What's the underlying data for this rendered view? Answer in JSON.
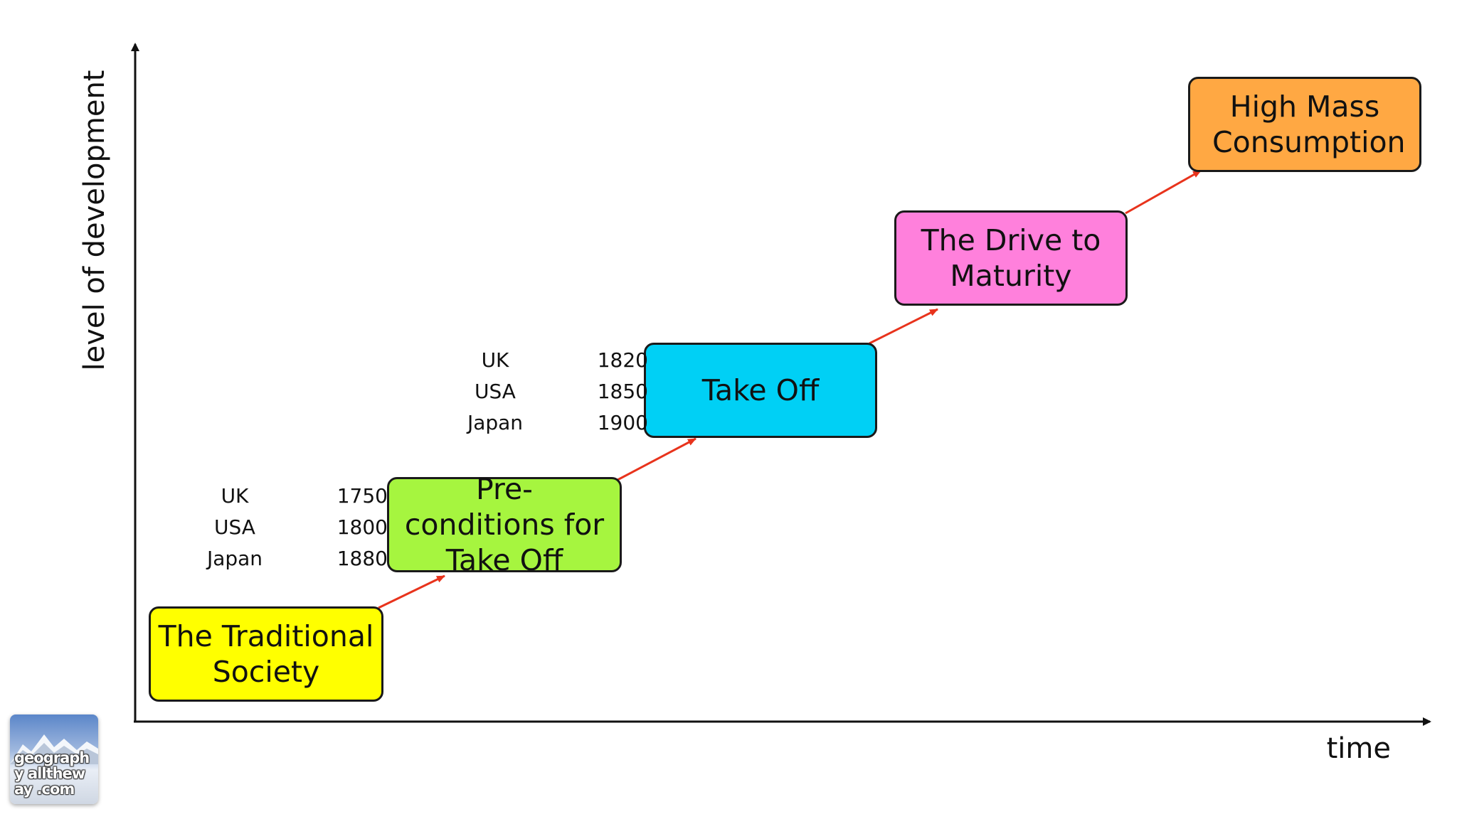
{
  "axes": {
    "y_label": "level of development",
    "x_label": "time"
  },
  "stages": [
    {
      "label": "The Traditional Society",
      "color": "#ffff00"
    },
    {
      "label": "Pre-conditions for Take Off",
      "color": "#a6f53f"
    },
    {
      "label": "Take Off",
      "color": "#00d0f5"
    },
    {
      "label": "The Drive to Maturity",
      "color": "#ff80dc"
    },
    {
      "label": "High Mass Consumption",
      "color": "#ffa843"
    }
  ],
  "date_tables": [
    {
      "rows": [
        {
          "country": "UK",
          "year": "1750"
        },
        {
          "country": "USA",
          "year": "1800"
        },
        {
          "country": "Japan",
          "year": "1880"
        }
      ]
    },
    {
      "rows": [
        {
          "country": "UK",
          "year": "1820"
        },
        {
          "country": "USA",
          "year": "1850"
        },
        {
          "country": "Japan",
          "year": "1900"
        }
      ]
    }
  ],
  "connector_color": "#e8331c",
  "logo": {
    "text": "geography alltheway .com"
  }
}
